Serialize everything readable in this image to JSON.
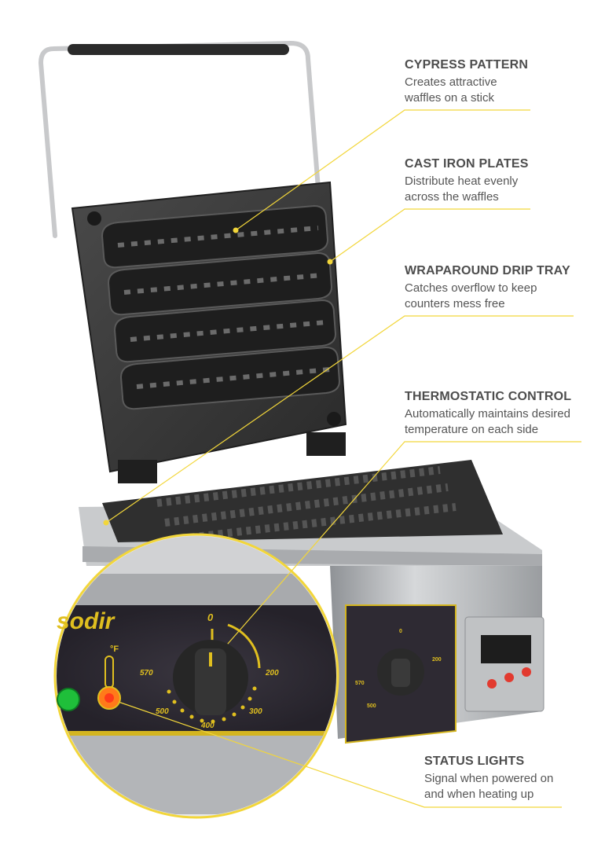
{
  "callouts": [
    {
      "title": "CYPRESS PATTERN",
      "lines": [
        "Creates attractive",
        "waffles on a stick"
      ]
    },
    {
      "title": "CAST IRON PLATES",
      "lines": [
        "Distribute heat evenly",
        "across the waffles"
      ]
    },
    {
      "title": "WRAPAROUND DRIP TRAY",
      "lines": [
        "Catches overflow to keep",
        "counters mess free"
      ]
    },
    {
      "title": "THERMOSTATIC CONTROL",
      "lines": [
        "Automatically maintains desired",
        "temperature on each side"
      ]
    },
    {
      "title": "STATUS LIGHTS",
      "lines": [
        "Signal when powered on",
        "and when heating up"
      ]
    }
  ],
  "brand": "sodir",
  "dial": {
    "unit": "°F",
    "zero": "0",
    "ticks": [
      "570",
      "500",
      "400",
      "300",
      "200"
    ],
    "small_ticks": [
      "0",
      "570",
      "500",
      "200"
    ]
  },
  "colors": {
    "accent": "#f2d63a",
    "panel": "#2e2a33",
    "steel": "#b9bbbd",
    "iron": "#3a3a3a",
    "green_light": "#1fbf3a",
    "orange_light": "#ff7a1a"
  }
}
